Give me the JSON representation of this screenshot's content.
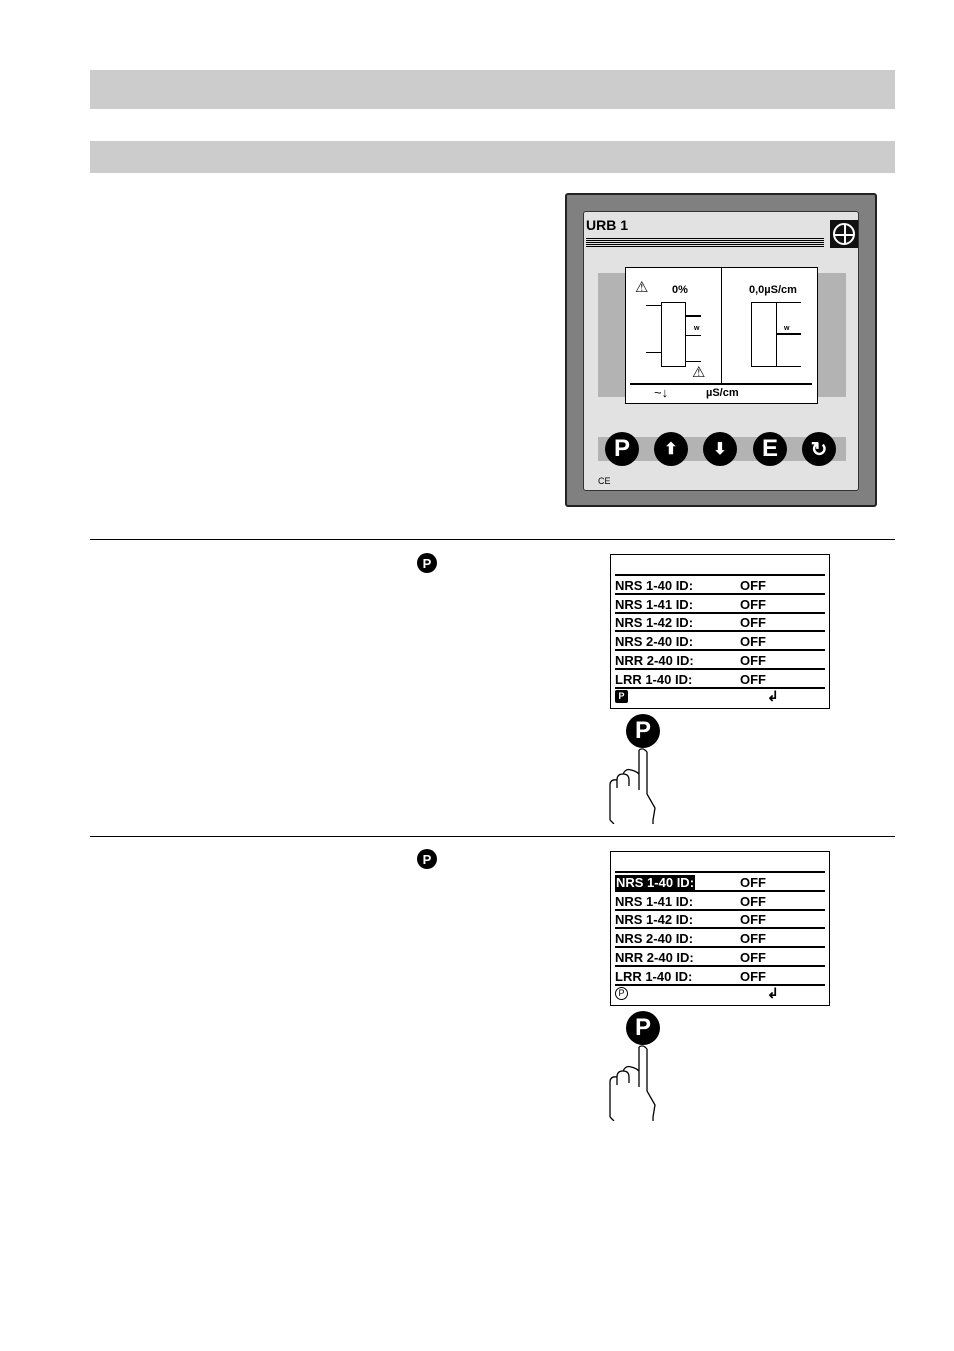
{
  "device": {
    "title": "URB 1",
    "level_percent": "0%",
    "conductivity": "0,0µS/cm",
    "unit": "µS/cm",
    "w_label": "w",
    "ce": "CE",
    "buttons": [
      "P",
      "up",
      "down",
      "E",
      "reset"
    ]
  },
  "screen1": {
    "rows": [
      {
        "label": "NRS 1-40 ID:",
        "value": "OFF"
      },
      {
        "label": "NRS 1-41 ID:",
        "value": "OFF"
      },
      {
        "label": "NRS 1-42 ID:",
        "value": "OFF"
      },
      {
        "label": "NRS 2-40 ID:",
        "value": "OFF"
      },
      {
        "label": "NRR 2-40 ID:",
        "value": "OFF"
      },
      {
        "label": "LRR 1-40 ID:",
        "value": "OFF"
      }
    ],
    "footer_p": "P",
    "enter": "↲"
  },
  "screen2": {
    "rows": [
      {
        "label": "NRS 1-40 ID:",
        "value": "OFF"
      },
      {
        "label": "NRS 1-41 ID:",
        "value": "OFF"
      },
      {
        "label": "NRS 1-42 ID:",
        "value": "OFF"
      },
      {
        "label": "NRS 2-40 ID:",
        "value": "OFF"
      },
      {
        "label": "NRR 2-40 ID:",
        "value": "OFF"
      },
      {
        "label": "LRR 1-40 ID:",
        "value": "OFF"
      }
    ],
    "footer_p": "P",
    "enter": "↲"
  },
  "p_key": "P"
}
